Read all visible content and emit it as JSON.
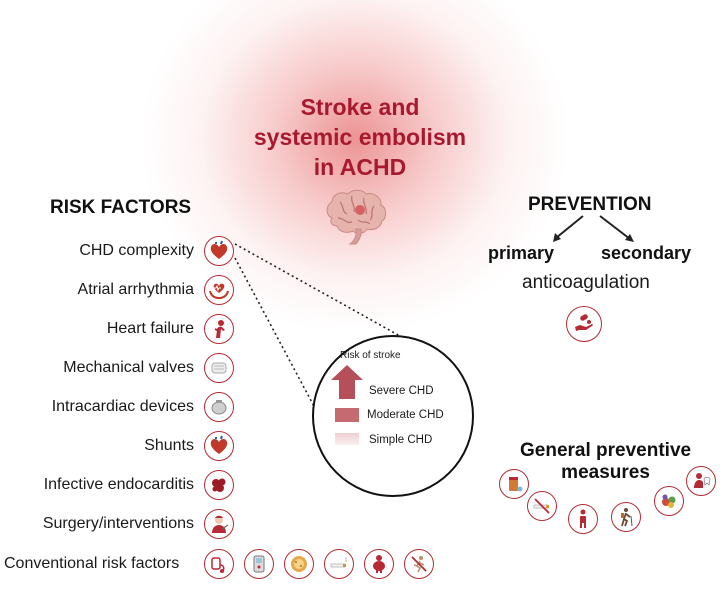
{
  "title": {
    "lines": [
      "Stroke and",
      "systemic embolism",
      "in ACHD"
    ]
  },
  "risk_factors": {
    "heading": "RISK FACTORS",
    "items": [
      {
        "label": "CHD complexity",
        "icon": "heart-icon"
      },
      {
        "label": "Atrial arrhythmia",
        "icon": "heart-hands-icon"
      },
      {
        "label": "Heart failure",
        "icon": "person-chest-pain-icon"
      },
      {
        "label": "Mechanical valves",
        "icon": "valve-icon"
      },
      {
        "label": "Intracardiac devices",
        "icon": "pacemaker-icon"
      },
      {
        "label": "Shunts",
        "icon": "heart-icon"
      },
      {
        "label": "Infective endocarditis",
        "icon": "bacteria-icon"
      },
      {
        "label": "Surgery/interventions",
        "icon": "surgeon-icon"
      },
      {
        "label": "Conventional risk factors",
        "icon": ""
      }
    ],
    "conventional_icons": [
      "blood-pressure-icon",
      "glucometer-icon",
      "cholesterol-icon",
      "cigarette-icon",
      "obesity-icon",
      "no-exercise-icon"
    ]
  },
  "risk_legend": {
    "title": "Risk of stroke",
    "items": [
      {
        "label": "Severe CHD",
        "color": "#b5505a"
      },
      {
        "label": "Moderate CHD",
        "color": "#c66a72"
      },
      {
        "label": "Simple CHD",
        "color": "#f1d6d8"
      }
    ]
  },
  "prevention": {
    "heading": "PREVENTION",
    "primary": "primary",
    "secondary": "secondary",
    "therapy": "anticoagulation",
    "therapy_icon": "pill-hand-icon"
  },
  "general": {
    "heading_lines": [
      "General preventive",
      "measures"
    ],
    "icons": [
      "medications-icon",
      "no-smoking-icon",
      "person-icon",
      "hiking-icon",
      "healthy-food-icon",
      "dental-care-icon"
    ]
  },
  "colors": {
    "accent": "#a6192e",
    "icon_border": "#b52a35",
    "legend_arrow": "#b5505a"
  }
}
